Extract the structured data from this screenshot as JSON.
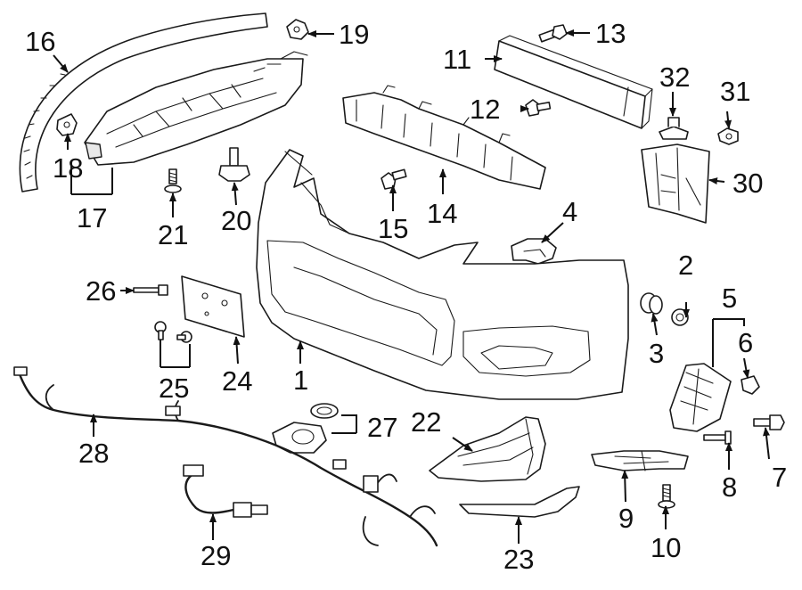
{
  "callouts": {
    "n1": "1",
    "n2": "2",
    "n3": "3",
    "n4": "4",
    "n5": "5",
    "n6": "6",
    "n7": "7",
    "n8": "8",
    "n9": "9",
    "n10": "10",
    "n11": "11",
    "n12": "12",
    "n13": "13",
    "n14": "14",
    "n15": "15",
    "n16": "16",
    "n17": "17",
    "n18": "18",
    "n19": "19",
    "n20": "20",
    "n21": "21",
    "n22": "22",
    "n23": "23",
    "n24": "24",
    "n25": "25",
    "n26": "26",
    "n27": "27",
    "n28": "28",
    "n29": "29",
    "n30": "30",
    "n31": "31",
    "n32": "32"
  },
  "colors": {
    "line": "#1a1a1a",
    "background": "#ffffff"
  }
}
